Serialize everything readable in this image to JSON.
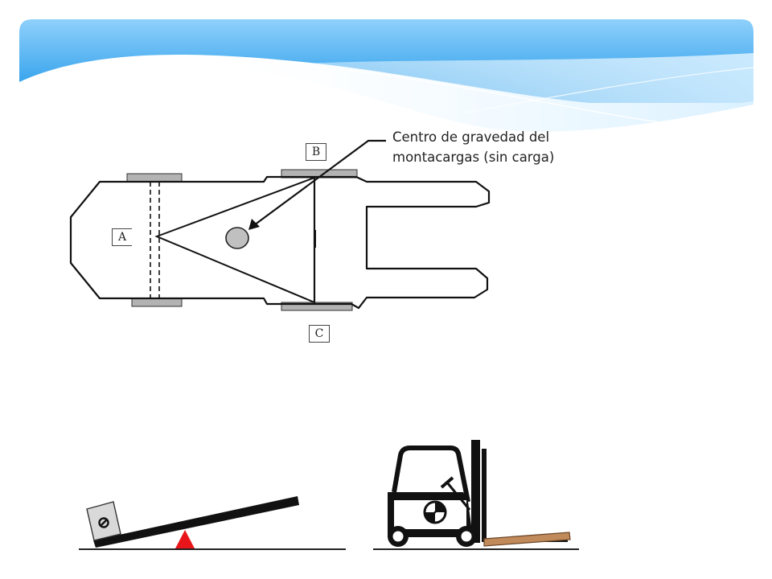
{
  "callout": {
    "line1": "Centro de gravedad del",
    "line2": "montacargas (sin carga)"
  },
  "labels": {
    "a": "A",
    "b": "B",
    "c": "C"
  },
  "colors": {
    "banner_light": "#9fd6fb",
    "banner_dark": "#1f9bea",
    "wheel": "#b3b3b3",
    "cog_dot": "#c0c0c0",
    "fulcrum": "#e8161a",
    "pallet": "#c08a5a",
    "ink": "#111111"
  }
}
